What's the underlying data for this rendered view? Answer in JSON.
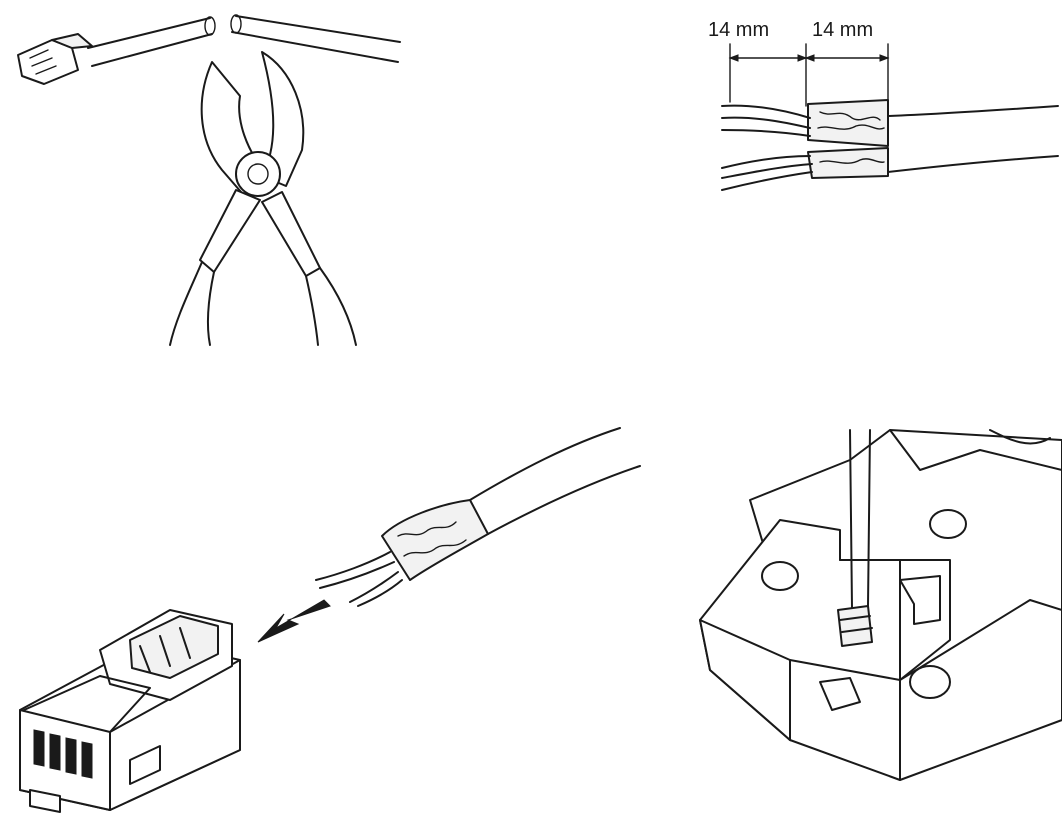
{
  "steps": [
    {
      "id": "cut-cable",
      "labels": []
    },
    {
      "id": "strip-cable",
      "labels": [
        "14 mm",
        "14 mm"
      ]
    },
    {
      "id": "insert-wires",
      "labels": []
    },
    {
      "id": "crimp-plug",
      "labels": []
    }
  ]
}
